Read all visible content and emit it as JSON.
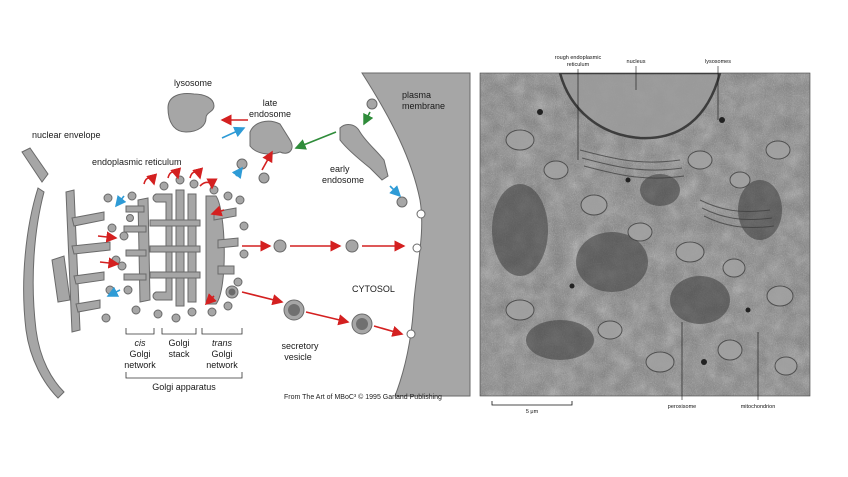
{
  "left_diagram": {
    "labels": {
      "lysosome": "lysosome",
      "late_endosome_1": "late",
      "late_endosome_2": "endosome",
      "plasma_membrane_1": "plasma",
      "plasma_membrane_2": "membrane",
      "nuclear_envelope": "nuclear envelope",
      "endoplasmic_reticulum": "endoplasmic reticulum",
      "early_endosome_1": "early",
      "early_endosome_2": "endosome",
      "cytosol": "CYTOSOL",
      "secretory_vesicle_1": "secretory",
      "secretory_vesicle_2": "vesicle",
      "cis_1": "cis",
      "cis_2": "Golgi",
      "cis_3": "network",
      "stack_1": "Golgi",
      "stack_2": "stack",
      "trans_1": "trans",
      "trans_2": "Golgi",
      "trans_3": "network",
      "golgi_apparatus": "Golgi apparatus",
      "credit": "From The Art of MBoC³ © 1995 Garland Publishing"
    },
    "colors": {
      "organelle_fill": "#a6a6a6",
      "organelle_stroke": "#6a6a6a",
      "red_arrow": "#d42020",
      "blue_arrow": "#2e9bd6",
      "green_arrow": "#2f8c3a"
    }
  },
  "micrograph": {
    "labels": {
      "rough_er_1": "rough endoplasmic",
      "rough_er_2": "reticulum",
      "nucleus": "nucleus",
      "lysosomes": "lysosomes",
      "peroxisome": "peroxisome",
      "mitochondrion": "mitochondrion",
      "scale_bar": "5 μm"
    },
    "colors": {
      "background": "#7a7a7a",
      "dark": "#3a3a3a",
      "light": "#b4b4b4"
    }
  }
}
